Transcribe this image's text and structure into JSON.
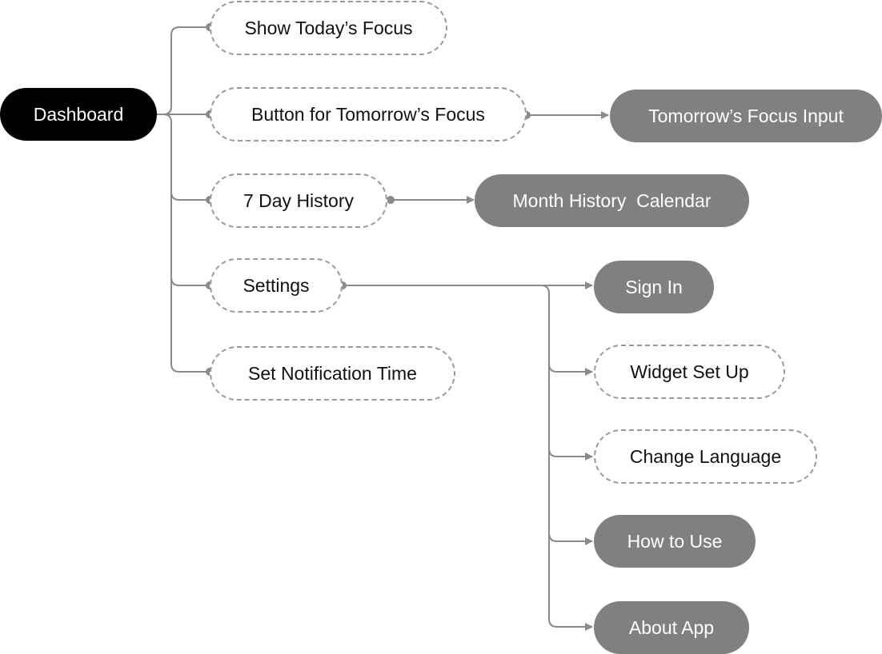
{
  "colors": {
    "root_fill": "#000000",
    "solid_fill": "#808080",
    "dashed_border": "#9a9a9a",
    "connector": "#8a8a8a"
  },
  "nodes": {
    "dashboard": "Dashboard",
    "show_today_focus": "Show Today’s Focus",
    "button_tomorrow_focus": "Button for Tomorrow’s Focus",
    "tomorrow_focus_input": "Tomorrow’s Focus Input",
    "seven_day_history": "7 Day History",
    "month_history_calendar": "Month History  Calendar",
    "settings": "Settings",
    "sign_in": "Sign In",
    "set_notification_time": "Set Notification Time",
    "widget_set_up": "Widget Set Up",
    "change_language": "Change Language",
    "how_to_use": "How to Use",
    "about_app": "About App"
  }
}
